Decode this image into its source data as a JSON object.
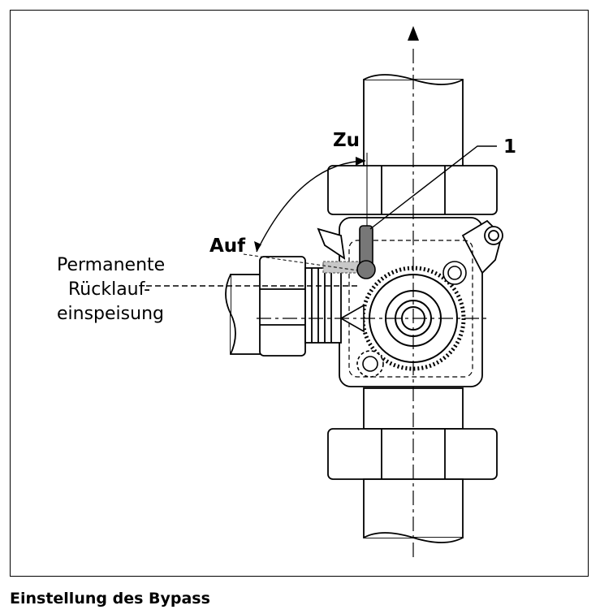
{
  "labels": {
    "closed": "Zu",
    "open": "Auf",
    "callout": "1",
    "permanent_line1": "Permanente",
    "permanent_line2": "Rücklauf-",
    "permanent_line3": "einspeisung"
  },
  "caption": "Einstellung des Bypass",
  "colors": {
    "ink": "#000000",
    "lever": "#777777",
    "lever_ghost": "#c8c8c8"
  }
}
